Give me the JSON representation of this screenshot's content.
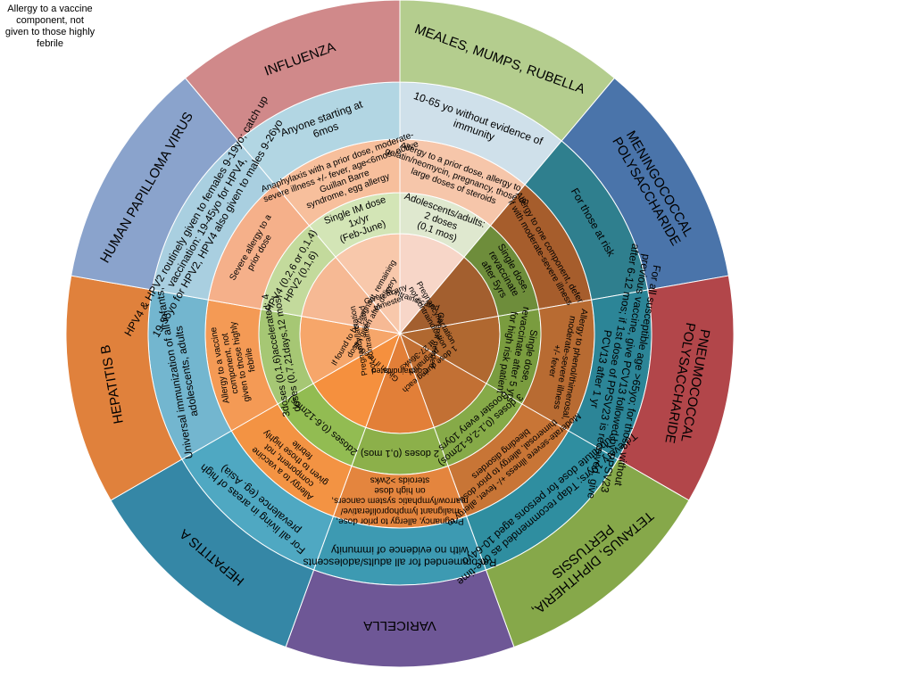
{
  "corner_note": "Allergy to a vaccine\ncomponent, not\ngiven to those highly\nfebrile",
  "vaccines": [
    {
      "name": "MEALES, MUMPS, RUBELLA",
      "colors": {
        "outer": "#b4cd8e",
        "ring2": "#cfe0ea",
        "ring3": "#f6c6aa",
        "ring4": "#dfe8cf",
        "ring5": "#f7d6c8"
      },
      "indication": "10-65 yo without evidence of\nimmunity",
      "contraindication": "Allergy to a prior dose, allergy to\ngelatin/neomycin, pregnancy, those on\nlarge doses of steroids",
      "dosing": "Adolescents/adults:\n2 doses\n(0,1 mos)",
      "pregnancy": "Contraindicated"
    },
    {
      "name": "MENINGOCOCCAL\nPOLYSACCHARIDE",
      "colors": {
        "outer": "#4a74aa",
        "ring2": "#2f7f8e",
        "ring3": "#a65d2c",
        "ring4": "#6e8d3b",
        "ring5": "#a35f2f"
      },
      "indication": "For those  at risk",
      "contraindication": "Allergy to one component, defer\nif with moderate-severe illness",
      "dosing": "Single dose,\nrevaccinate\nafter 5yrs",
      "pregnancy": "Pregnancy/lactation\nnot contraindication"
    },
    {
      "name": "PNEUMOCOCCAL\nPOLYSACCHARIDE",
      "colors": {
        "outer": "#b2464a",
        "ring2": "#2c8597",
        "ring3": "#b86b32",
        "ring4": "#7a9c3f",
        "ring5": "#b06830"
      },
      "indication": "For all susceptible age >65yo; for those without\nprevious vaccine, give PCV13 followed by PPSV23\nafter 6-12 mos; if 1st dose of PPSV23 is received, give\nPCV13 after 1 yr",
      "contraindication": "Allergy to phenol/thimerosal,\nmoderate-severe illness\n+/- fever",
      "dosing": "Single dose,\nrevaccinate after 5 yrs\nfor high risk patient",
      "pregnancy": "Given if needed"
    },
    {
      "name": "TETANUS, DIPHTHERIA,\nPERTUSSIS",
      "colors": {
        "outer": "#86a84a",
        "ring2": "#2f8ea0",
        "ring3": "#c87536",
        "ring4": "#86aa48",
        "ring5": "#c27034"
      },
      "indication": "Td every 10yrs; Tdap recommended as one-time\nsubstitute dose for persons aged 10-64yo",
      "contraindication": "Moderate-severe illness +/- fever, allergy to\nthimerosal, allergy to prior dose,\nbleeding disorders",
      "dosing": "3 doses (0,1-2,6-12mos)\nBooster every 10yrs",
      "pregnancy": "1 dose during each\npregnancy\nat 27-36wks"
    },
    {
      "name": "VARICELLA",
      "colors": {
        "outer": "#6e5796",
        "ring2": "#3d9ab2",
        "ring3": "#e4853e",
        "ring4": "#8cb04a",
        "ring5": "#e27f38"
      },
      "indication": "Recommended for all adults/adolescents\nwith no evidence of immunity",
      "contraindication": "Pregnancy, allergy to prior dose,\nmalignant lymphoproliferative/\nmarrow/lymphatic system cancers,\non high dose\nsteroids >2wks",
      "dosing": "2 doses (0,1 mos)",
      "pregnancy": "Contraindicated"
    },
    {
      "name": "HEPATITIS A",
      "colors": {
        "outer": "#3587a6",
        "ring2": "#4fa8c2",
        "ring3": "#f39343",
        "ring4": "#92bc52",
        "ring5": "#f5903e"
      },
      "indication": "For all living in areas of high\nprevalence (eg. Asia)",
      "contraindication": "Allergy to a vaccine\ncomponent, not\ngiven to those highly\nfebrile",
      "dosing": "2doses (0,6-12mos)",
      "pregnancy": "Given if needed"
    },
    {
      "name": "HEPATITIS B",
      "colors": {
        "outer": "#e0813c",
        "ring2": "#73b6cf",
        "ring3": "#f49a55",
        "ring4": "#a6c774",
        "ring5": "#f6a66a"
      },
      "indication": "Universal immunization of all infants,\nadolescents, adults",
      "contraindication": "Allergy to a vaccine\ncomponent, not\ngiven to those highly\nfebrile",
      "dosing": "3doses (0,1,6)accelerated: 4\ndoses (0,7,21days,12 mos)",
      "pregnancy": "Pregnancy/lactation\nnot contraindicated"
    },
    {
      "name": "HUMAN PAPILLOMA VIRUS",
      "colors": {
        "outer": "#8aa3cc",
        "ring2": "#a9cfe0",
        "ring3": "#f5b08a",
        "ring4": "#c3da9c",
        "ring5": "#f6b994"
      },
      "indication": "HPV4 & HPV2 routinely given to females 9-19yo; catch up\nvaccination: 19-45yo for HPV4,\n19-55yo for HPV2, HPV4 also given to males 9-26yo",
      "contraindication": "Severe allergy to a\nprior dose",
      "dosing": "HPV4 (0,2,6 or 0,1,4)\nHPV2 (0,1,6)",
      "pregnancy": "If found to be pregnant, remaining\ndoses given after delivery"
    },
    {
      "name": "INFLUENZA",
      "colors": {
        "outer": "#d0898a",
        "ring2": "#b2d6e3",
        "ring3": "#f7bf9c",
        "ring4": "#d3e5b6",
        "ring5": "#f8c8ab"
      },
      "indication": "Anyone starting at\n6mos",
      "contraindication": "Anaphylaxis with a prior dose, moderate-\nsevere illness +/- fever, age<6mos, active\nGuillan Barre\nsyndrome, egg allergy",
      "dosing": "Single IM dose\n1x/yr\n(Feb-June)",
      "pregnancy": "Given at any\ntrimester"
    }
  ]
}
